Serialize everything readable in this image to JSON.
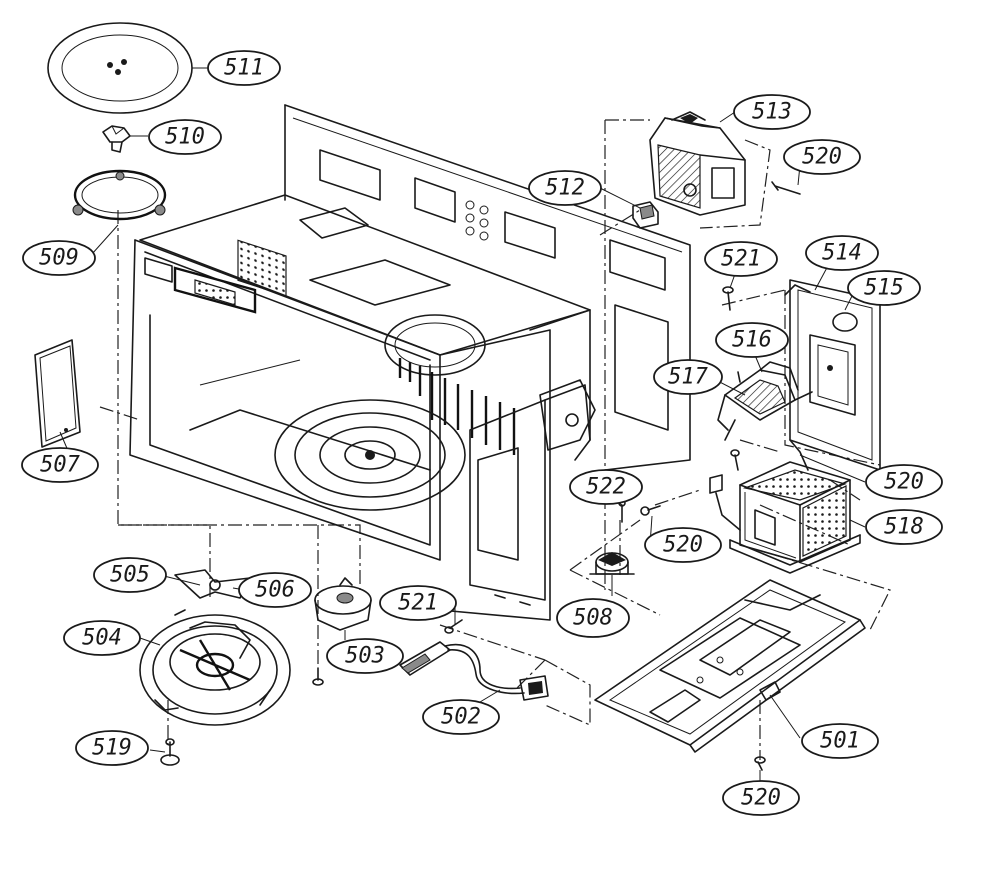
{
  "callouts": [
    {
      "id": "p511",
      "label": "511"
    },
    {
      "id": "p510",
      "label": "510"
    },
    {
      "id": "p509",
      "label": "509"
    },
    {
      "id": "p507",
      "label": "507"
    },
    {
      "id": "p505",
      "label": "505"
    },
    {
      "id": "p506",
      "label": "506"
    },
    {
      "id": "p504",
      "label": "504"
    },
    {
      "id": "p503",
      "label": "503"
    },
    {
      "id": "p519",
      "label": "519"
    },
    {
      "id": "p521b",
      "label": "521"
    },
    {
      "id": "p502",
      "label": "502"
    },
    {
      "id": "p508",
      "label": "508"
    },
    {
      "id": "p522",
      "label": "522"
    },
    {
      "id": "p520c",
      "label": "520"
    },
    {
      "id": "p518",
      "label": "518"
    },
    {
      "id": "p520b",
      "label": "520"
    },
    {
      "id": "p517",
      "label": "517"
    },
    {
      "id": "p516",
      "label": "516"
    },
    {
      "id": "p521a",
      "label": "521"
    },
    {
      "id": "p514",
      "label": "514"
    },
    {
      "id": "p515",
      "label": "515"
    },
    {
      "id": "p512",
      "label": "512"
    },
    {
      "id": "p513",
      "label": "513"
    },
    {
      "id": "p520a",
      "label": "520"
    },
    {
      "id": "p501",
      "label": "501"
    },
    {
      "id": "p520d",
      "label": "520"
    }
  ]
}
